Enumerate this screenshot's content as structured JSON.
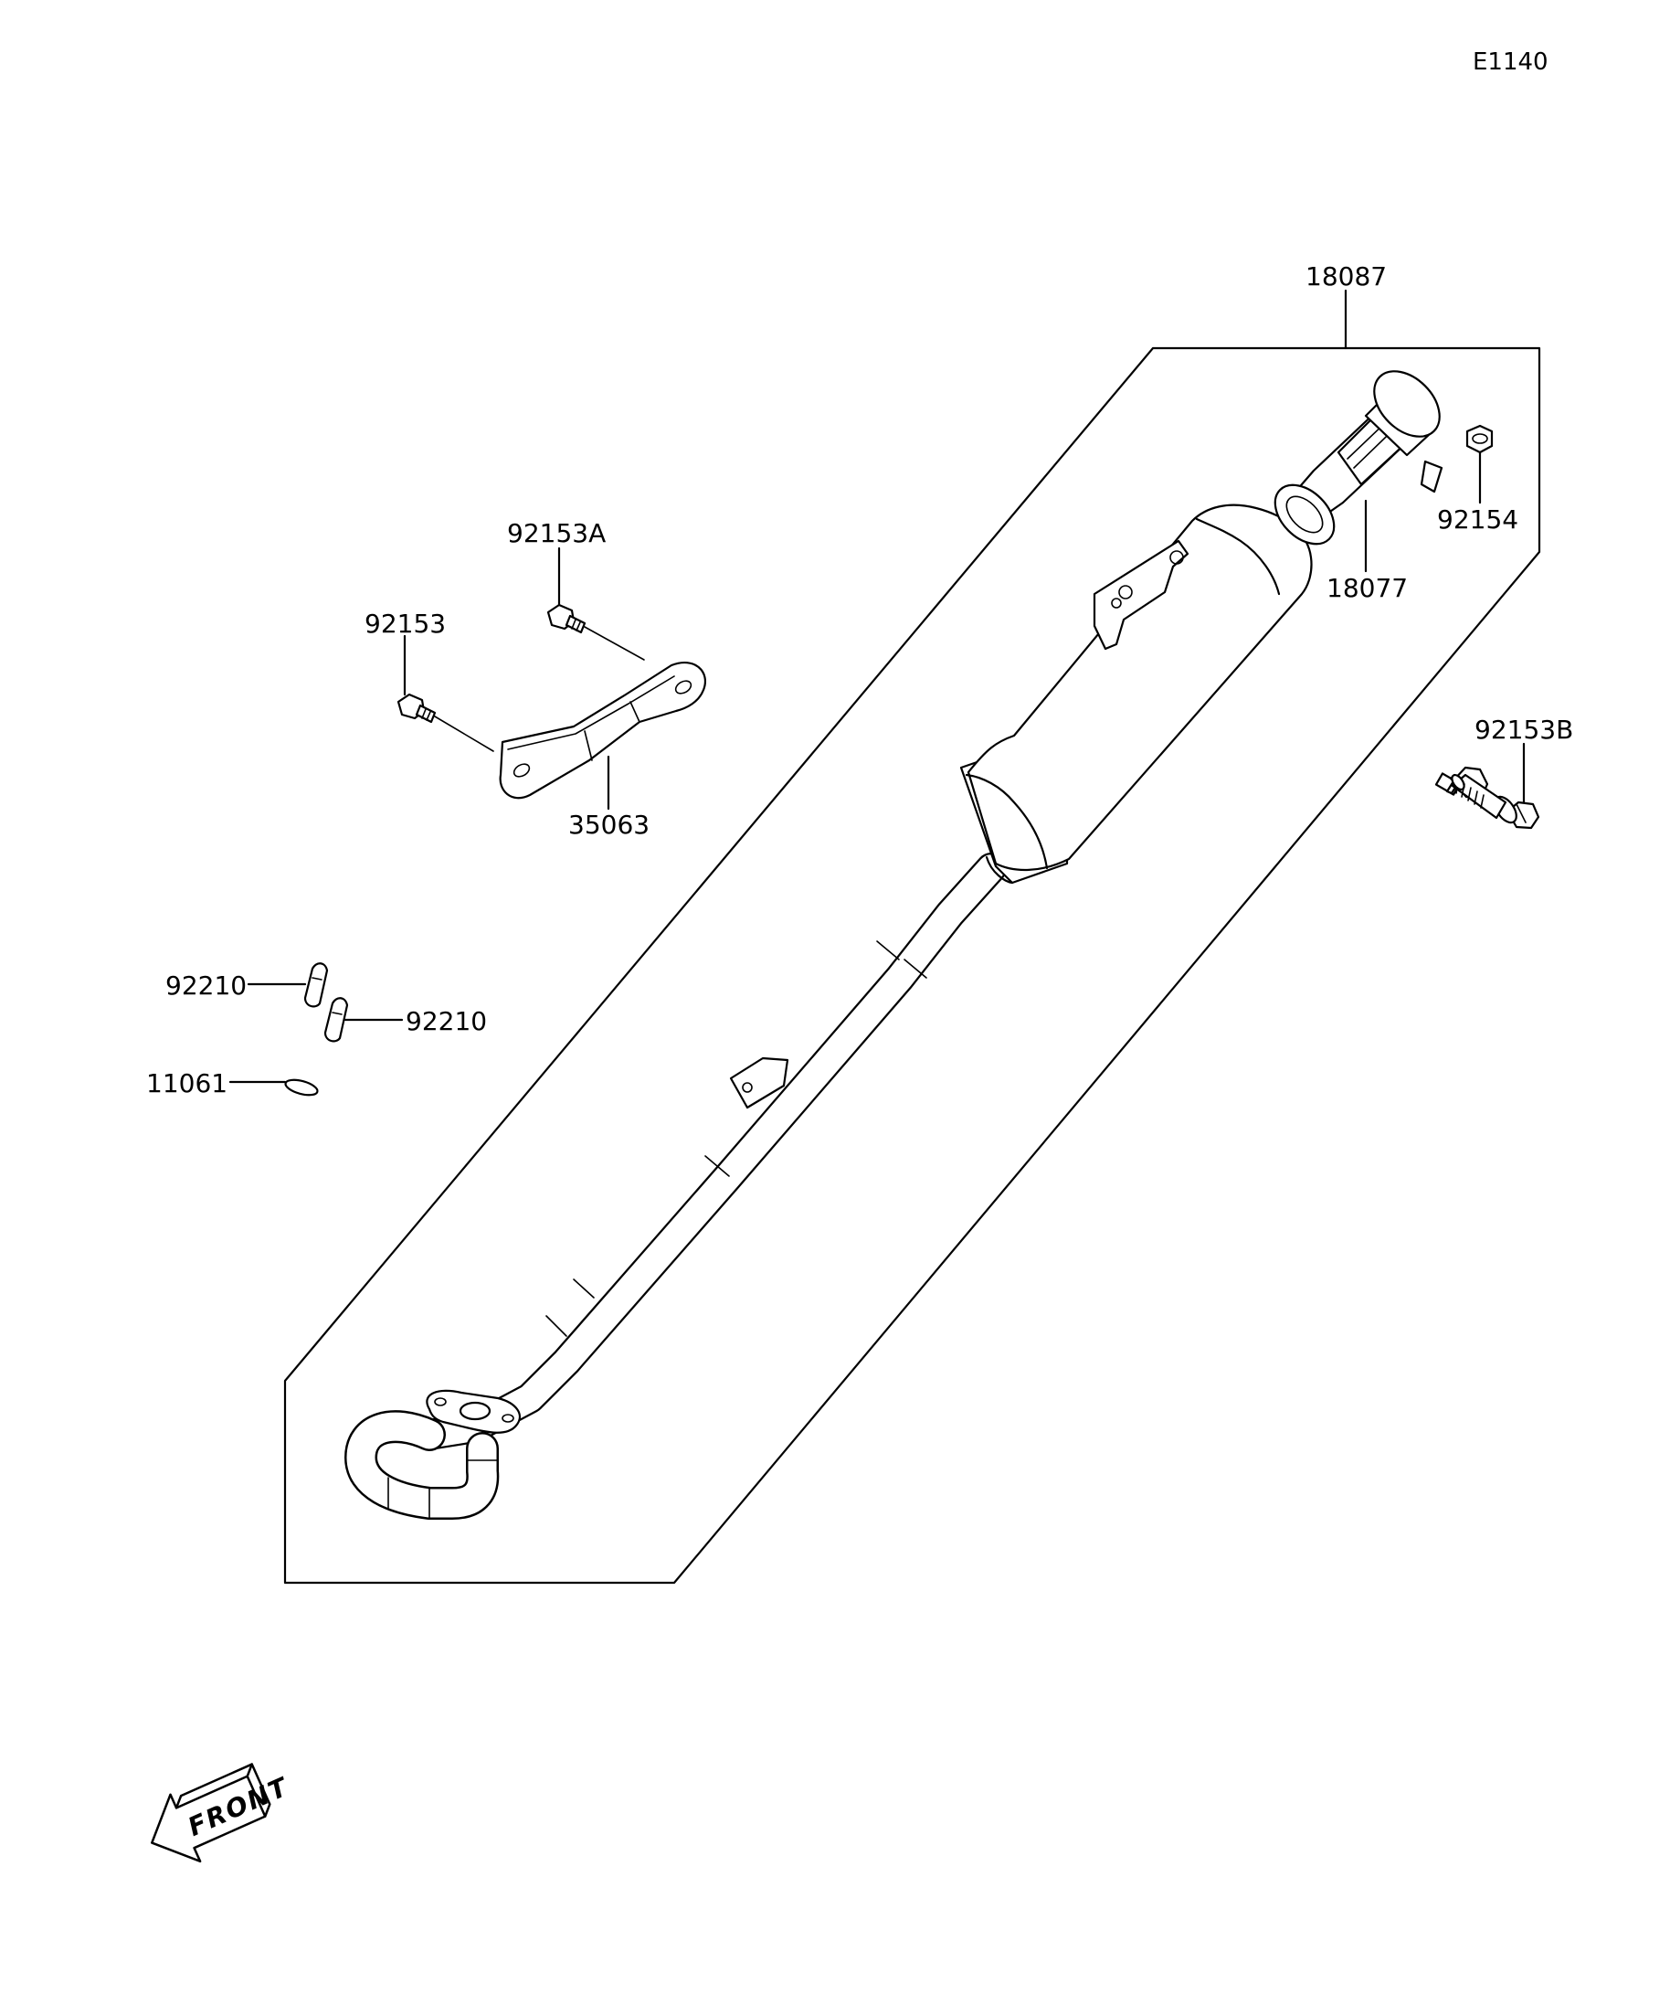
{
  "diagram": {
    "code": "E1140",
    "labels": {
      "p18087": "18087",
      "p18077": "18077",
      "p92154": "92154",
      "p92153A": "92153A",
      "p92153": "92153",
      "p35063": "35063",
      "p92153B": "92153B",
      "p92210a": "92210",
      "p92210b": "92210",
      "p11061": "11061"
    },
    "front_arrow": "FRONT"
  }
}
